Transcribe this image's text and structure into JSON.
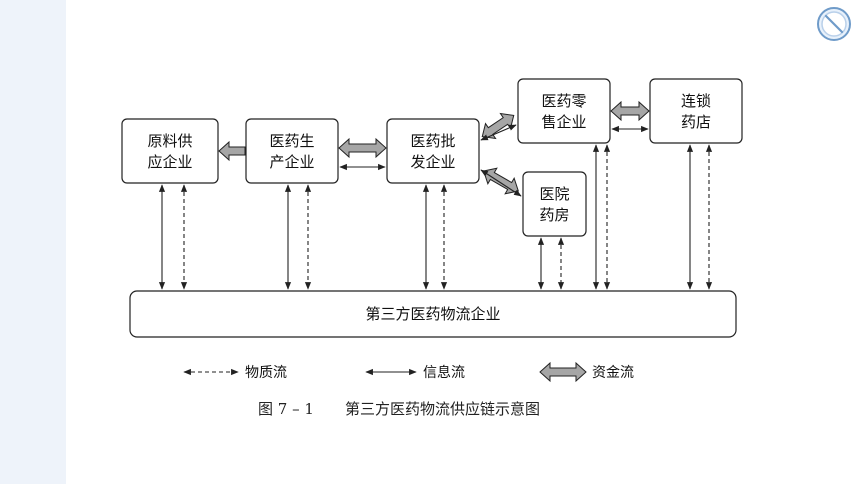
{
  "nodes": {
    "raw_material_supplier": [
      "原料供",
      "应企业"
    ],
    "pharma_manufacturer": [
      "医药生",
      "产企业"
    ],
    "pharma_wholesaler": [
      "医药批",
      "发企业"
    ],
    "pharma_retailer": [
      "医药零",
      "售企业"
    ],
    "chain_pharmacy": [
      "连锁",
      "药店"
    ],
    "hospital_pharmacy": [
      "医院",
      "药房"
    ],
    "third_party_logistics": "第三方医药物流企业"
  },
  "legend": {
    "material_flow": "物质流",
    "information_flow": "信息流",
    "capital_flow": "资金流"
  },
  "caption": {
    "number": "图 7 – 1",
    "title": "第三方医药物流供应链示意图"
  },
  "colors": {
    "left_strip": "#eef3fa",
    "fat_arrow_fill": "#a6a6a6",
    "line": "#222222"
  },
  "icons": {
    "corner": "circle-slash-icon"
  }
}
